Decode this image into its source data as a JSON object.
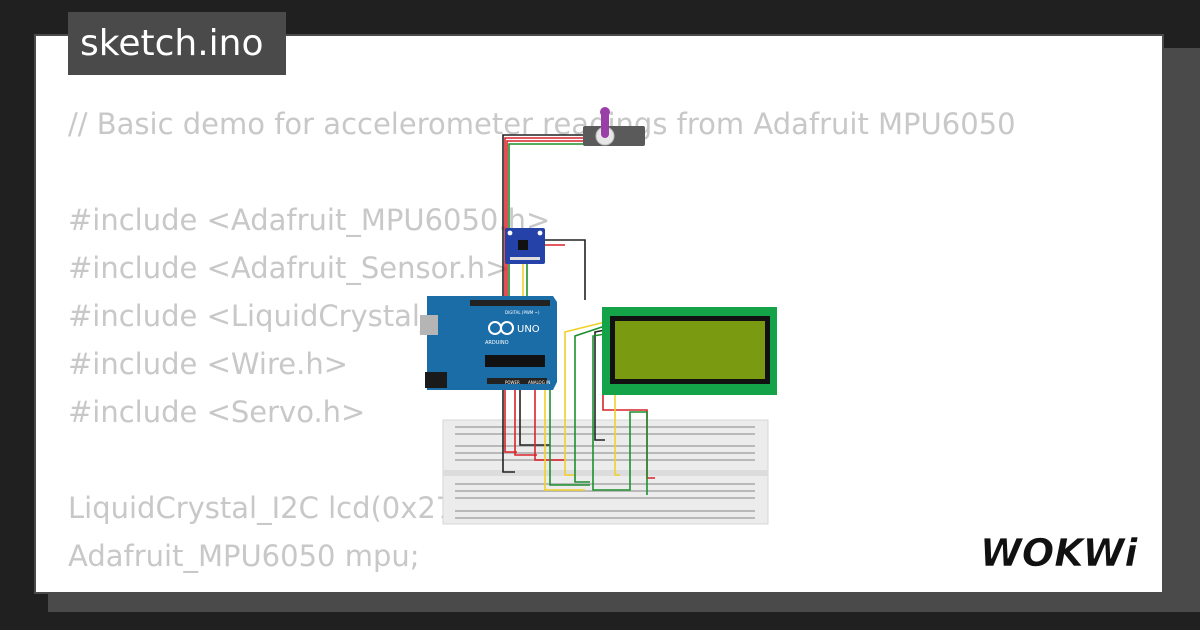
{
  "file_tab": {
    "label": "sketch.ino"
  },
  "code_lines": [
    "// Basic demo for accelerometer readings from Adafruit MPU6050",
    "",
    "#include <Adafruit_MPU6050.h>",
    "#include <Adafruit_Sensor.h>",
    "#include <LiquidCrystal_I2C.h>",
    "#include <Wire.h>",
    "#include <Servo.h>",
    "",
    "LiquidCrystal_I2C lcd(0x27, 20, 4);",
    "Adafruit_MPU6050 mpu;"
  ],
  "board": {
    "brand": "ARDUINO",
    "model": "UNO",
    "digital_label": "DIGITAL (PWM ~)",
    "power_label": "POWER",
    "analog_label": "ANALOG IN"
  },
  "logo": {
    "text": "WOKWi"
  },
  "colors": {
    "background": "#202020",
    "card": "#ffffff",
    "tab": "#4a4a4a",
    "code_text": "#c8c8c8",
    "wire_red": "#d9242b",
    "wire_black": "#222222",
    "wire_green": "#1d8f2f",
    "wire_yellow": "#f2d02a",
    "arduino_blue": "#1b6da8",
    "lcd_pcb": "#14a349",
    "lcd_screen": "#7a9a12",
    "mpu_board": "#2442a8",
    "servo_arm": "#9b3fa8"
  }
}
